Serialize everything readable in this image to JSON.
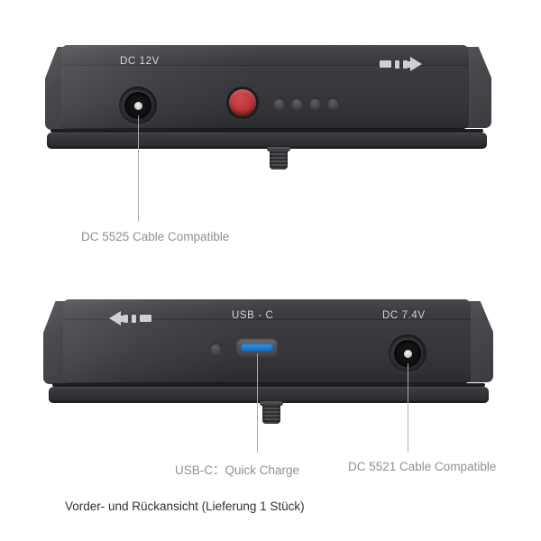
{
  "image": {
    "background_color": "#ffffff",
    "footer_note": "Vorder- und Rückansicht (Lieferung 1 Stück)"
  },
  "top_device": {
    "name": "front-view",
    "silkscreen": {
      "dc_label": "DC 12V",
      "charge_indicator_icon": "battery-discharge-arrow-right-icon"
    },
    "controls": {
      "dc_jack_icon": "dc-barrel-jack-icon",
      "power_button_icon": "power-button-icon",
      "power_button_color": "#c03a3d",
      "led_count": 4,
      "led_icon": "led-indicator-icon"
    },
    "hardware": {
      "gold_pin_icon": "gold-contact-pin-icon",
      "gold_pin_color": "#b8862a",
      "tripod_screw_icon": "tripod-screw-thread-icon"
    }
  },
  "bottom_device": {
    "name": "rear-view",
    "silkscreen": {
      "charge_indicator_icon": "battery-charge-arrow-left-icon",
      "usb_label": "USB - C",
      "dc_label": "DC 7.4V"
    },
    "controls": {
      "status_led_icon": "led-indicator-icon",
      "usb_c_port_icon": "usb-c-port-icon",
      "usb_c_port_color": "#1f7fd6",
      "dc_jack_icon": "dc-barrel-jack-icon"
    },
    "hardware": {
      "gold_pin_icon": "gold-contact-pin-icon",
      "gold_pin_color": "#b8862a",
      "tripod_screw_icon": "tripod-screw-thread-icon"
    }
  },
  "callouts": [
    {
      "id": "dc-5525",
      "text": "DC 5525 Cable Compatible"
    },
    {
      "id": "usb-c-quick-charge",
      "text": "USB-C：Quick Charge"
    },
    {
      "id": "dc-5521",
      "text": "DC 5521 Cable Compatible"
    }
  ],
  "colors": {
    "body_dark": "#35373a",
    "caption_gray": "#8d9093",
    "silkscreen_light": "#d5d6d7",
    "leader_line": "#a9acae"
  }
}
